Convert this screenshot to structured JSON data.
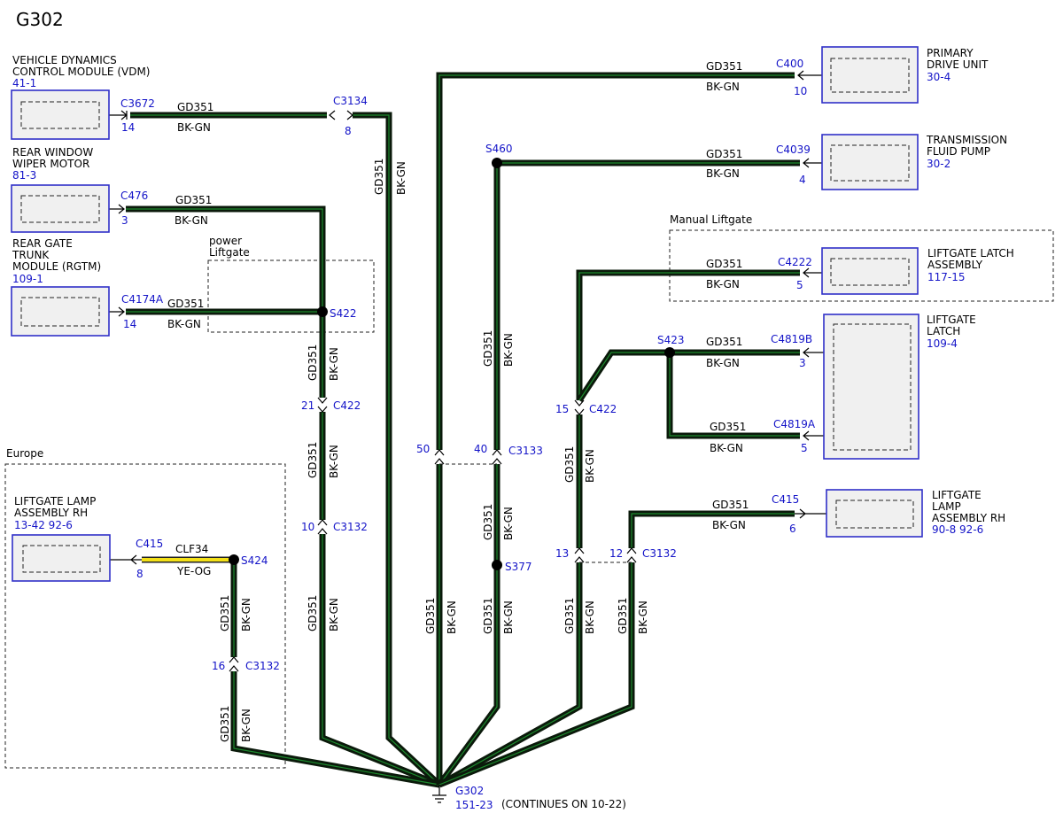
{
  "title": "G302",
  "components": {
    "vdm": {
      "line1": "VEHICLE DYNAMICS",
      "line2": "CONTROL MODULE (VDM)",
      "ref": "41-1"
    },
    "wiper": {
      "line1": "REAR WINDOW",
      "line2": "WIPER MOTOR",
      "ref": "81-3"
    },
    "rgtm": {
      "line1": "REAR GATE",
      "line2": "TRUNK",
      "line3": "MODULE (RGTM)",
      "ref": "109-1"
    },
    "lamp_left": {
      "line1": "LIFTGATE LAMP",
      "line2": "ASSEMBLY RH",
      "ref": "13-42 92-6"
    },
    "pdu": {
      "line1": "PRIMARY",
      "line2": "DRIVE UNIT",
      "ref": "30-4"
    },
    "tfp": {
      "line1": "TRANSMISSION",
      "line2": "FLUID PUMP",
      "ref": "30-2"
    },
    "latch_asm": {
      "line1": "LIFTGATE LATCH",
      "line2": "ASSEMBLY",
      "ref": "117-15"
    },
    "latch": {
      "line1": "LIFTGATE",
      "line2": "LATCH",
      "ref": "109-4"
    },
    "lamp_right": {
      "line1": "LIFTGATE",
      "line2": "LAMP",
      "line3": "ASSEMBLY RH",
      "ref": "90-8  92-6"
    }
  },
  "regions": {
    "power_liftgate": {
      "line1": "power",
      "line2": "Liftgate"
    },
    "europe": "Europe",
    "manual_liftgate": "Manual Liftgate"
  },
  "connectors": {
    "c3672": {
      "name": "C3672",
      "pin": "14"
    },
    "c3134": {
      "name": "C3134",
      "pin": "8"
    },
    "c476": {
      "name": "C476",
      "pin": "3"
    },
    "c4174a": {
      "name": "C4174A",
      "pin": "14"
    },
    "c422_left": {
      "name": "C422",
      "pin": "21"
    },
    "c3132_a": {
      "name": "C3132",
      "pin": "10"
    },
    "c415_left": {
      "name": "C415",
      "pin": "8"
    },
    "c3132_b": {
      "name": "C3132",
      "pin": "16"
    },
    "c400": {
      "name": "C400",
      "pin": "10"
    },
    "c4039": {
      "name": "C4039",
      "pin": "4"
    },
    "c4222": {
      "name": "C4222",
      "pin": "5"
    },
    "c4819b": {
      "name": "C4819B",
      "pin": "3"
    },
    "c4819a": {
      "name": "C4819A",
      "pin": "5"
    },
    "c422_right": {
      "name": "C422",
      "pin": "15"
    },
    "c3133": {
      "name": "C3133",
      "pin_a": "50",
      "pin_b": "40"
    },
    "c3132_c": {
      "name": "C3132",
      "pin_a": "13",
      "pin_b": "12"
    },
    "c415_right": {
      "name": "C415",
      "pin": "6"
    }
  },
  "splices": {
    "s422": "S422",
    "s424": "S424",
    "s460": "S460",
    "s423": "S423",
    "s377": "S377"
  },
  "wire": {
    "circuit": "GD351",
    "color": "BK-GN"
  },
  "wire_lamp": {
    "circuit": "CLF34",
    "color": "YE-OG"
  },
  "ground": {
    "name": "G302",
    "ref": "151-23",
    "note": "(CONTINUES ON 10-22)"
  },
  "colors": {
    "blue": "#1414c8",
    "wire_dark": "#0b1a0b",
    "wire_green": "#1d8a2e",
    "wire_yellow": "#f3e017"
  }
}
